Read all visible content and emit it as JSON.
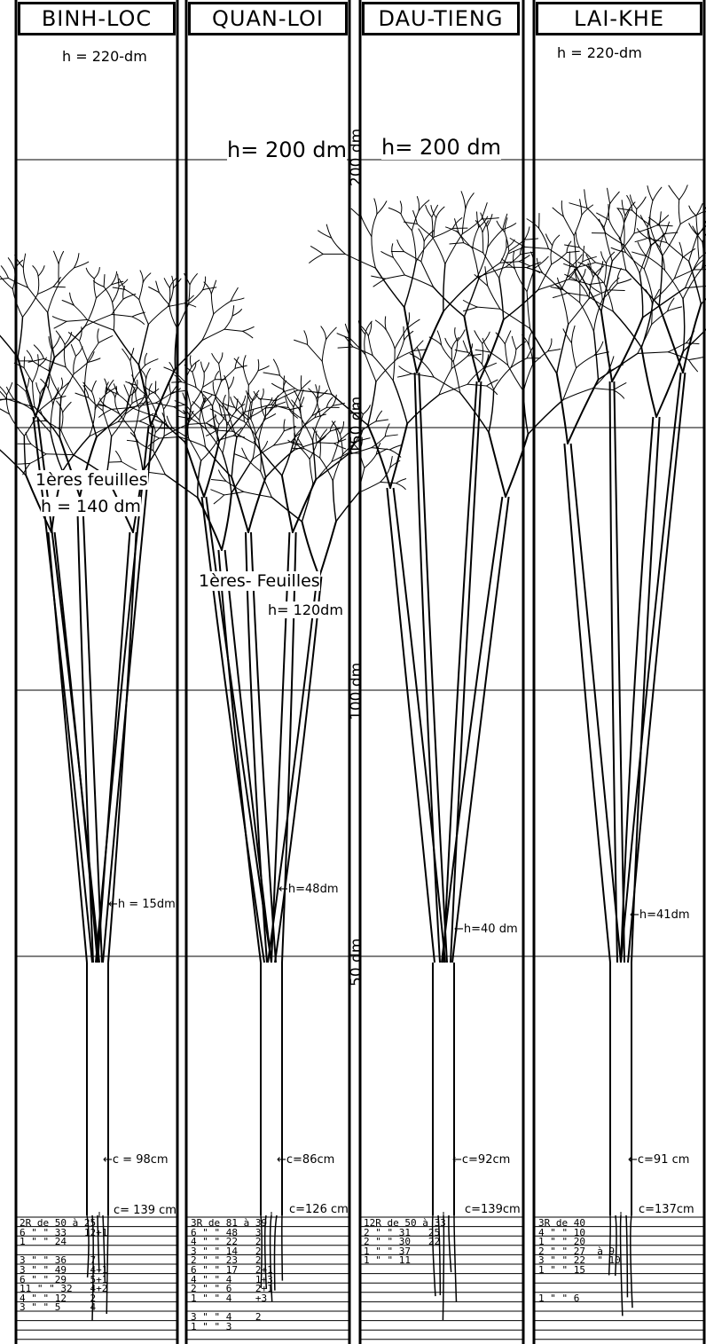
{
  "columns": [
    {
      "title": "BINH-LOC"
    },
    {
      "title": "QUAN-LOI"
    },
    {
      "title": "DAU-TIENG"
    },
    {
      "title": "LAI-KHE"
    }
  ],
  "axis_labels": [
    "200 dm",
    "150 dm",
    "100 dm",
    "50 dm"
  ],
  "heights": {
    "binh_top": "h = 220-dm",
    "quan_top": "h= 200 dm",
    "dau_top": "h= 200 dm",
    "lai_top": "h = 220-dm"
  },
  "leaves": {
    "binh_l1": "1ères feuilles",
    "binh_l2": "h = 140 dm",
    "quan_l1": "1ères- Feuilles",
    "quan_l2": "h= 120dm"
  },
  "forks": {
    "binh": "←h = 15dm",
    "quan": "←h=48dm",
    "dau": "←h=40 dm",
    "lai": "←h=41dm"
  },
  "girth": {
    "binh_mid": "←c = 98cm",
    "quan_mid": "←c=86cm",
    "dau_mid": "←c=92cm",
    "lai_mid": "←c=91 cm",
    "binh_base": "c= 139 cm",
    "quan_base": "c=126 cm",
    "dau_base": "c=139cm",
    "lai_base": "c=137cm"
  },
  "tables": {
    "binh": [
      "2R de 50 à 25",
      "6 \" \" 33   12+1",
      "1 \" \" 24",
      "",
      "3 \" \" 36    7",
      "3 \" \" 49    4+1",
      "6 \" \" 29    5+1",
      "11 \" \" 32   4+2",
      "4 \" \" 12    2",
      "3 \" \" 5     4"
    ],
    "quan": [
      "3R de 81 à 39",
      "6 \" \" 48   3",
      "4 \" \" 22   2",
      "3 \" \" 14   2",
      "2 \" \" 23   2",
      "6 \" \" 17   2+1",
      "4 \" \" 4    1+3",
      "2 \" \" 6    2+1",
      "1 \" \" 4    +3",
      "",
      "3 \" \" 4    2",
      "1 \" \" 3"
    ],
    "dau": [
      "12R de 50 à 33",
      "2 \" \" 31   25",
      "2 \" \" 30   22",
      "1 \" \" 37",
      "1 \" \" 11"
    ],
    "lai": [
      "3R de 40",
      "4 \" \" 10",
      "1 \" \" 20",
      "2 \" \" 27  à 9",
      "3 \" \" 22  \" 10",
      "1 \" \" 15",
      "",
      "",
      "1 \" \" 6"
    ]
  }
}
